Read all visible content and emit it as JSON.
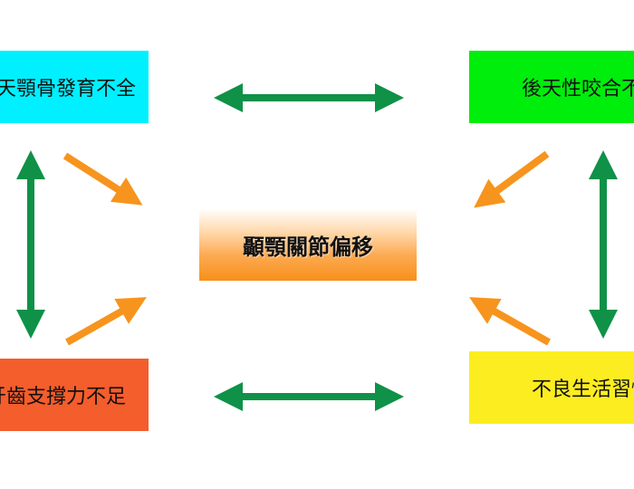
{
  "nodes": {
    "center": "顳顎關節偏移",
    "top_left": "先天顎骨發育不全",
    "top_right": "後天性咬合不正",
    "bottom_left": "牙齒支撐力不足",
    "bottom_right": "不良生活習慣"
  },
  "colors": {
    "top_left": "#00f0ff",
    "top_right": "#00ee0c",
    "bottom_left": "#f45d2c",
    "bottom_right": "#fced21",
    "center": "#f7901a",
    "double_arrow": "#0f9148",
    "single_arrow": "#f7941d"
  }
}
